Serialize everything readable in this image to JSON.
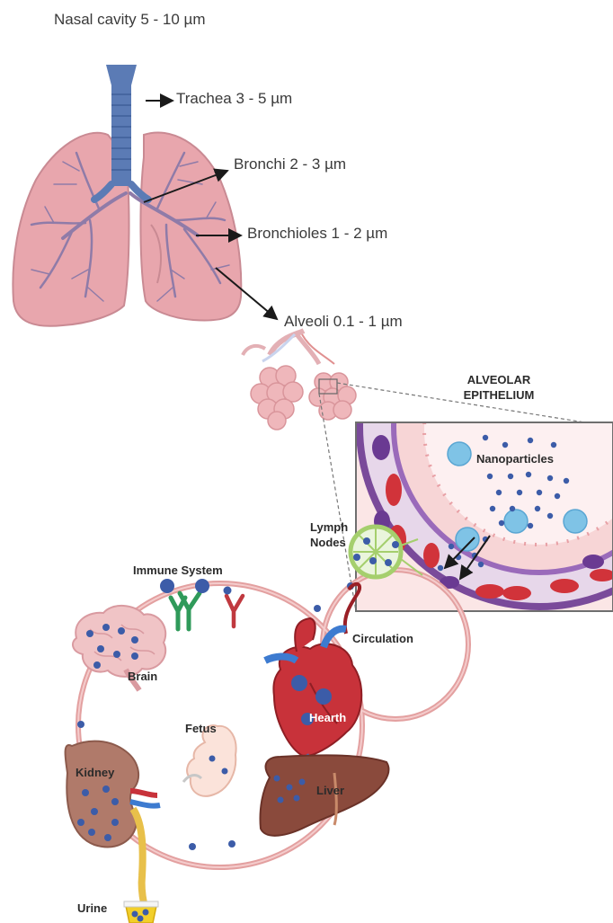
{
  "respiratory": {
    "nasal_cavity": "Nasal cavity  5 - 10 µm",
    "trachea": "Trachea  3 - 5 µm",
    "bronchi": "Bronchi  2 - 3 µm",
    "bronchioles": "Bronchioles  1 - 2 µm",
    "alveoli": "Alveoli  0.1 - 1 µm"
  },
  "inset": {
    "title_line1": "ALVEOLAR",
    "title_line2": "EPITHELIUM",
    "nanoparticles": "Nanoparticles"
  },
  "body": {
    "lymph_line1": "Lymph",
    "lymph_line2": "Nodes",
    "immune_system": "Immune System",
    "circulation": "Circulation",
    "brain": "Brain",
    "hearth": "Hearth",
    "fetus": "Fetus",
    "kidney": "Kidney",
    "liver": "Liver",
    "urine": "Urine"
  },
  "colors": {
    "lung": "#e8a6ad",
    "airway": "#5b7bb5",
    "vessel_ring": "#7a4a9a",
    "circulation_ring": "#e3a0a0",
    "nanoparticle": "#3c5ca8",
    "organ_kidney": "#b07a6a",
    "organ_liver": "#8a4a3c",
    "urine": "#f2cf2a"
  }
}
